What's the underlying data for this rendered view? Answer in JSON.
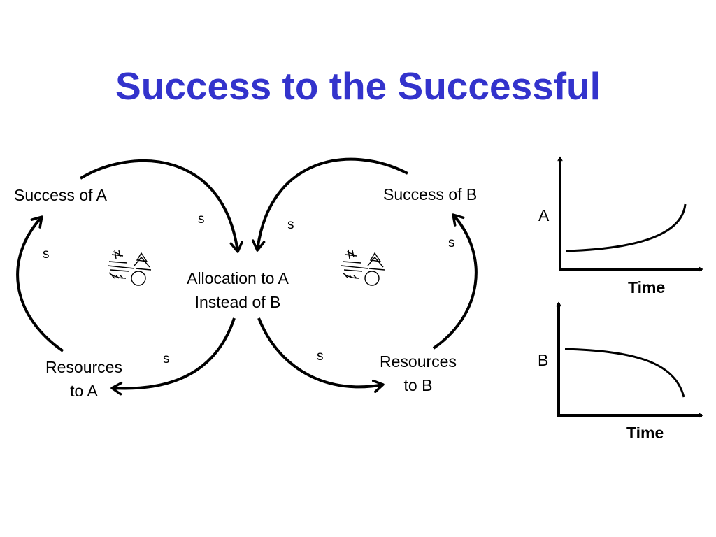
{
  "title": "Success to the Successful",
  "nodes": {
    "success_a": "Success of A",
    "success_b": "Success of B",
    "allocation_line1": "Allocation to A",
    "allocation_line2": "Instead of B",
    "resources_a_line1": "Resources",
    "resources_a_line2": "to A",
    "resources_b_line1": "Resources",
    "resources_b_line2": "to B"
  },
  "links": {
    "polarity": "s"
  },
  "loop_icon": "snowball-rolling-icon",
  "graphs": [
    {
      "ylabel": "A",
      "xlabel": "Time",
      "trend": "rising"
    },
    {
      "ylabel": "B",
      "xlabel": "Time",
      "trend": "falling"
    }
  ],
  "colors": {
    "title": "#3333cc",
    "ink": "#000000"
  }
}
